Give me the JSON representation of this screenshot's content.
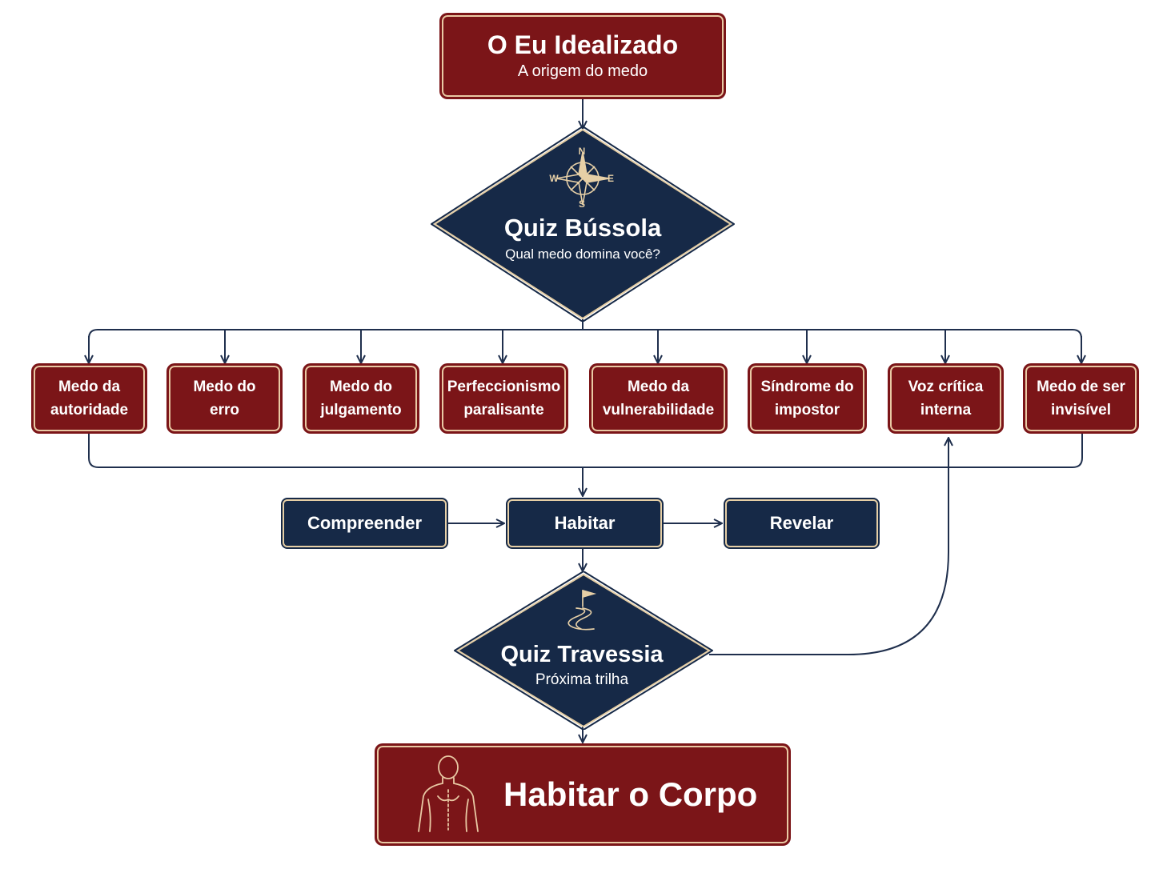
{
  "top_box": {
    "title": "O Eu Idealizado",
    "subtitle": "A origem do medo"
  },
  "quiz_bussola": {
    "title": "Quiz Bússola",
    "subtitle": "Qual medo domina você?",
    "compass_letters": {
      "north": "N",
      "south": "S",
      "east": "E",
      "west": "W"
    }
  },
  "fears": [
    {
      "line1": "Medo da",
      "line2": "autoridade"
    },
    {
      "line1": "Medo do",
      "line2": "erro"
    },
    {
      "line1": "Medo do",
      "line2": "julgamento"
    },
    {
      "line1": "Perfeccionismo",
      "line2": "paralisante"
    },
    {
      "line1": "Medo da",
      "line2": "vulnerabilidade"
    },
    {
      "line1": "Síndrome do",
      "line2": "impostor"
    },
    {
      "line1": "Voz crítica",
      "line2": "interna"
    },
    {
      "line1": "Medo de ser",
      "line2": "invisível"
    }
  ],
  "steps": {
    "compreender": "Compreender",
    "habitar": "Habitar",
    "revelar": "Revelar"
  },
  "quiz_travessia": {
    "title": "Quiz Travessia",
    "subtitle": "Próxima trilha"
  },
  "final_box": {
    "title": "Habitar o Corpo"
  },
  "icons": {
    "compass": "compass-rose-icon",
    "trail": "winding-path-flag-icon",
    "body": "human-torso-outline-icon"
  },
  "colors": {
    "red": "#7b1518",
    "navy": "#162947",
    "gold": "#e9c9a4",
    "line": "#1f2f4d"
  }
}
